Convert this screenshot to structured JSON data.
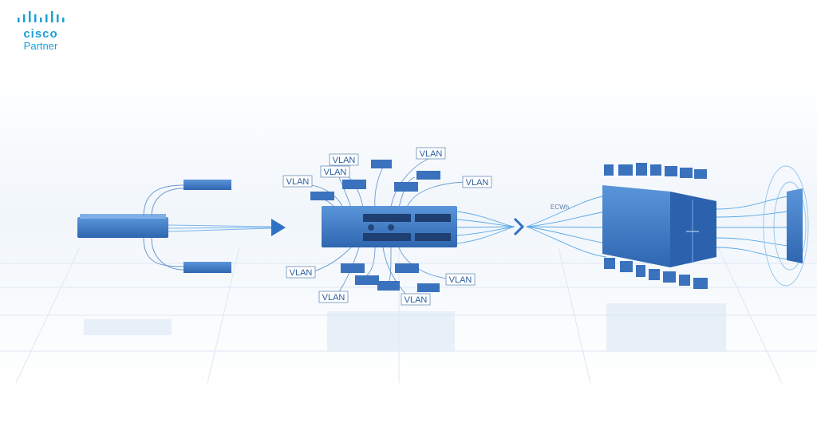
{
  "logo": {
    "brand": "cisco",
    "subtitle": "Partner"
  },
  "colors": {
    "accent": "#1ba0d7",
    "device_blue": "#3b78c4",
    "cable": "#5aa8e6",
    "label_text": "#2a5d9e"
  },
  "vlan_labels": [
    "VLAN",
    "VLAN",
    "VLAN",
    "VLAN",
    "VLAN",
    "VLAN",
    "VLAN",
    "VLAN",
    "VLAN"
  ],
  "core_caption": "ECWh"
}
